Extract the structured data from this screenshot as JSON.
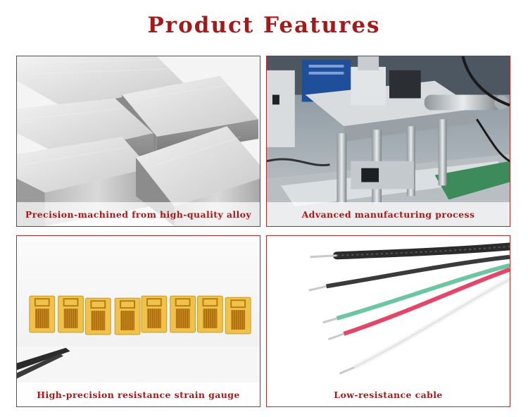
{
  "page": {
    "title": "Product Features"
  },
  "features": [
    {
      "caption": "Precision-machined from high-quality alloy",
      "image": "aluminum-bars"
    },
    {
      "caption": "Advanced manufacturing process",
      "image": "assembly-machine"
    },
    {
      "caption": "High-precision resistance strain gauge",
      "image": "strain-gauges"
    },
    {
      "caption": "Low-resistance cable",
      "image": "cable-wires"
    }
  ],
  "colors": {
    "accent": "#a31a1a",
    "border": "#b8262a"
  }
}
